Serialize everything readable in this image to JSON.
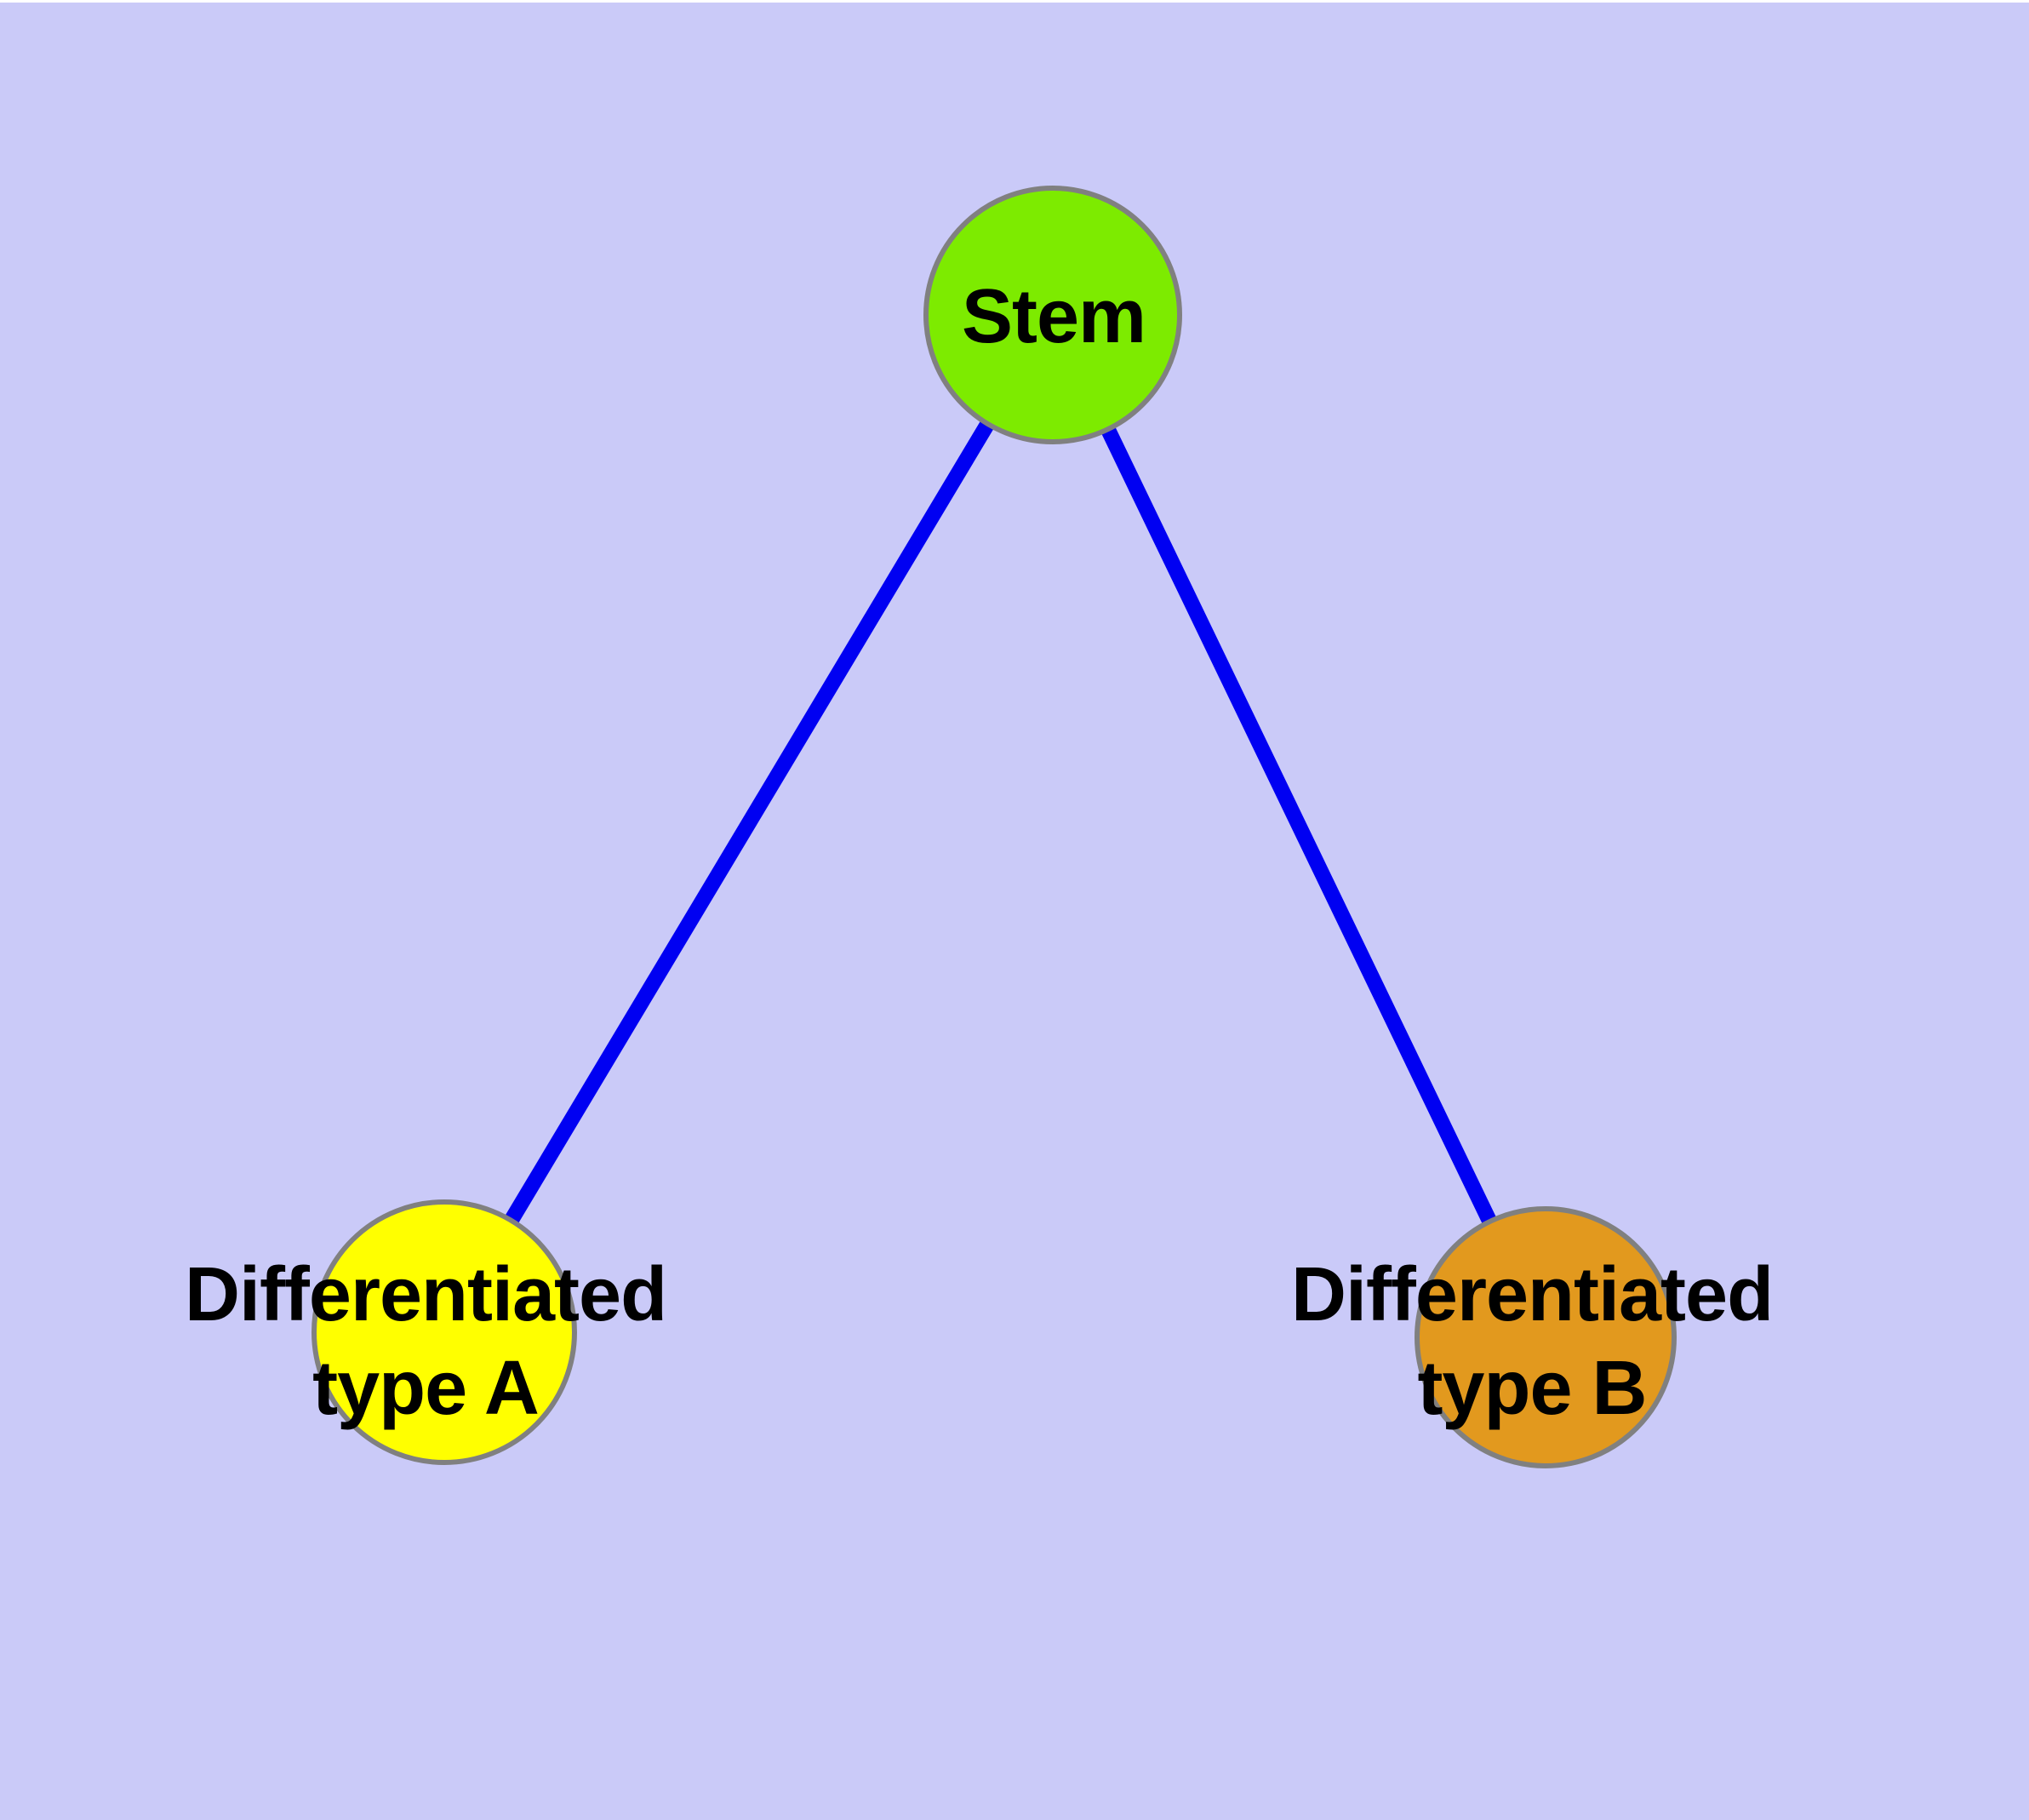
{
  "figure": {
    "type": "graph-diagram",
    "background_color": "#CACAF8",
    "frame_color": "#FFFFFF"
  },
  "nodes": {
    "stem": {
      "label": "Stem",
      "color": "#7DEB00",
      "border_color": "#808080"
    },
    "type_a": {
      "label_line1": "Differentiated",
      "label_line2": "type A",
      "color": "#FFFF00",
      "border_color": "#808080"
    },
    "type_b": {
      "label_line1": "Differentiated",
      "label_line2": "type B",
      "color": "#E2991E",
      "border_color": "#808080"
    }
  },
  "edges": {
    "color": "#0000F2",
    "items": [
      {
        "from": "Stem",
        "to": "Differentiated type A"
      },
      {
        "from": "Stem",
        "to": "Differentiated type B"
      }
    ]
  }
}
